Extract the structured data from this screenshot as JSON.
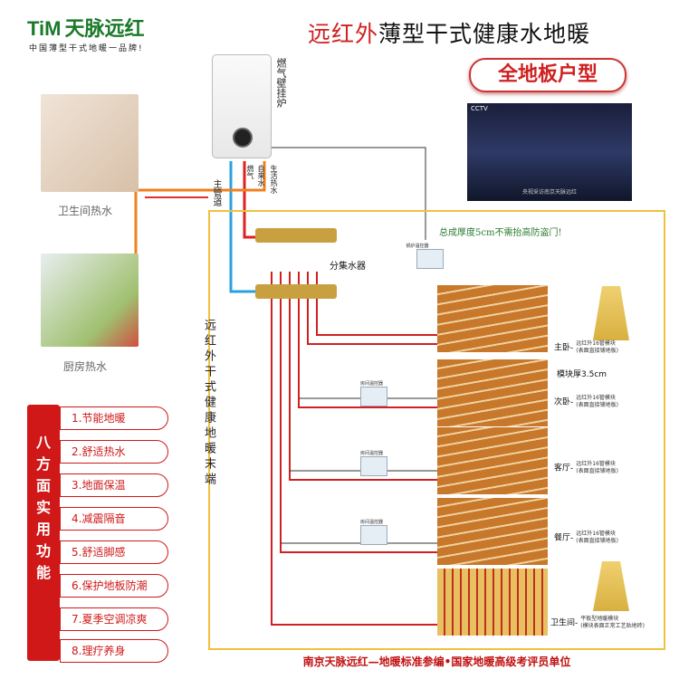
{
  "brand": {
    "logo": "TiM",
    "name": "天脉远红",
    "slogan": "中国薄型干式地暖一品牌!"
  },
  "title": {
    "highlight": "远红外",
    "rest": "薄型干式健康水地暖"
  },
  "badge": "全地板户型",
  "tv": {
    "channel": "CCTV",
    "caption": "央视采访南京天脉远红"
  },
  "boiler": {
    "label": "燃气壁挂炉",
    "pipes": [
      "燃气",
      "自来水",
      "生活热水"
    ],
    "main_pipe": "主管道"
  },
  "rooms": {
    "bath_hot_water": "卫生间热水",
    "kitchen_hot_water": "厨房热水"
  },
  "manifold": "分集水器",
  "boiler_thermostat": "锅炉温控器",
  "room_thermostat": "房间温控器",
  "thickness_note": "总成厚度5cm不需抬高防盗门!",
  "vertical_label": "远红外干式健康地暖末端",
  "module_thickness": "模块厚3.5cm",
  "floors": [
    {
      "room": "主卧",
      "line1": "远红外16管模块",
      "line2": "(表面直接铺地板)"
    },
    {
      "room": "次卧",
      "line1": "远红外16管模块",
      "line2": "(表面直接铺地板)"
    },
    {
      "room": "客厅",
      "line1": "远红外16管模块",
      "line2": "(表面直接铺地板)"
    },
    {
      "room": "餐厅",
      "line1": "远红外16管模块",
      "line2": "(表面直接铺地板)"
    },
    {
      "room": "卫生间",
      "line1": "平板型地暖模块",
      "line2": "(模块表面正常工艺贴地砖)"
    }
  ],
  "functions_title": "八方面实用功能",
  "functions": [
    "1.节能地暖",
    "2.舒适热水",
    "3.地面保温",
    "4.减震隔音",
    "5.舒适脚感",
    "6.保护地板防潮",
    "7.夏季空调凉爽",
    "8.理疗养身"
  ],
  "footer": "南京天脉远红—地暖标准参编•国家地暖高级考评员单位"
}
